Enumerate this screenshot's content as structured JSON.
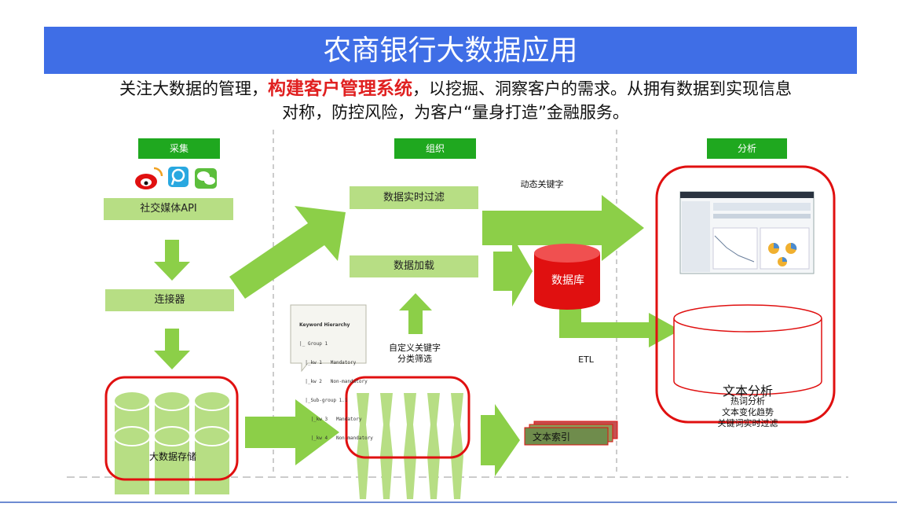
{
  "title": "农商银行大数据应用",
  "subtitle": {
    "part1": "关注大数据的管理，",
    "highlight": "构建客户管理系统",
    "part2": "，以挖掘、洞察客户的需求。从拥有数据到实现信息",
    "line2": "对称，防控风险，为客户“量身打造”金融服务。"
  },
  "sections": {
    "collect": "采集",
    "organize": "组织",
    "analyze": "分析"
  },
  "nodes": {
    "social_api": "社交媒体API",
    "connector": "连接器",
    "storage": "大数据存储",
    "realtime_filter": "数据实时过滤",
    "data_load": "数据加载",
    "database": "数据库",
    "text_index": "文本索引",
    "dynamic_keyword": "动态关键字",
    "custom_keyword_1": "自定义关键字",
    "custom_keyword_2": "分类筛选",
    "etl": "ETL"
  },
  "keyword_hierarchy": {
    "title": "Keyword Hierarchy",
    "lines": [
      "|_ Group 1",
      "  |_kw 1   Mandatory",
      "  |_kw 2   Non-mandatory",
      "  |_Sub-group 1.1",
      "    |_kw 3   Mandatory",
      "    |_kw 4   Non-mandatory"
    ]
  },
  "text_analysis": {
    "title": "文本分析",
    "items": [
      "热词分析",
      "文本变化趋势",
      "关键词实时过滤"
    ]
  },
  "colors": {
    "title_bg": "#3f6ee6",
    "section_tag": "#1fa81f",
    "box_fill": "#b7de84",
    "arrow": "#8ccf48",
    "highlight_red": "#e02020",
    "database": "#e01010"
  },
  "icons": [
    "weibo-icon",
    "p-app-icon",
    "wechat-icon"
  ]
}
